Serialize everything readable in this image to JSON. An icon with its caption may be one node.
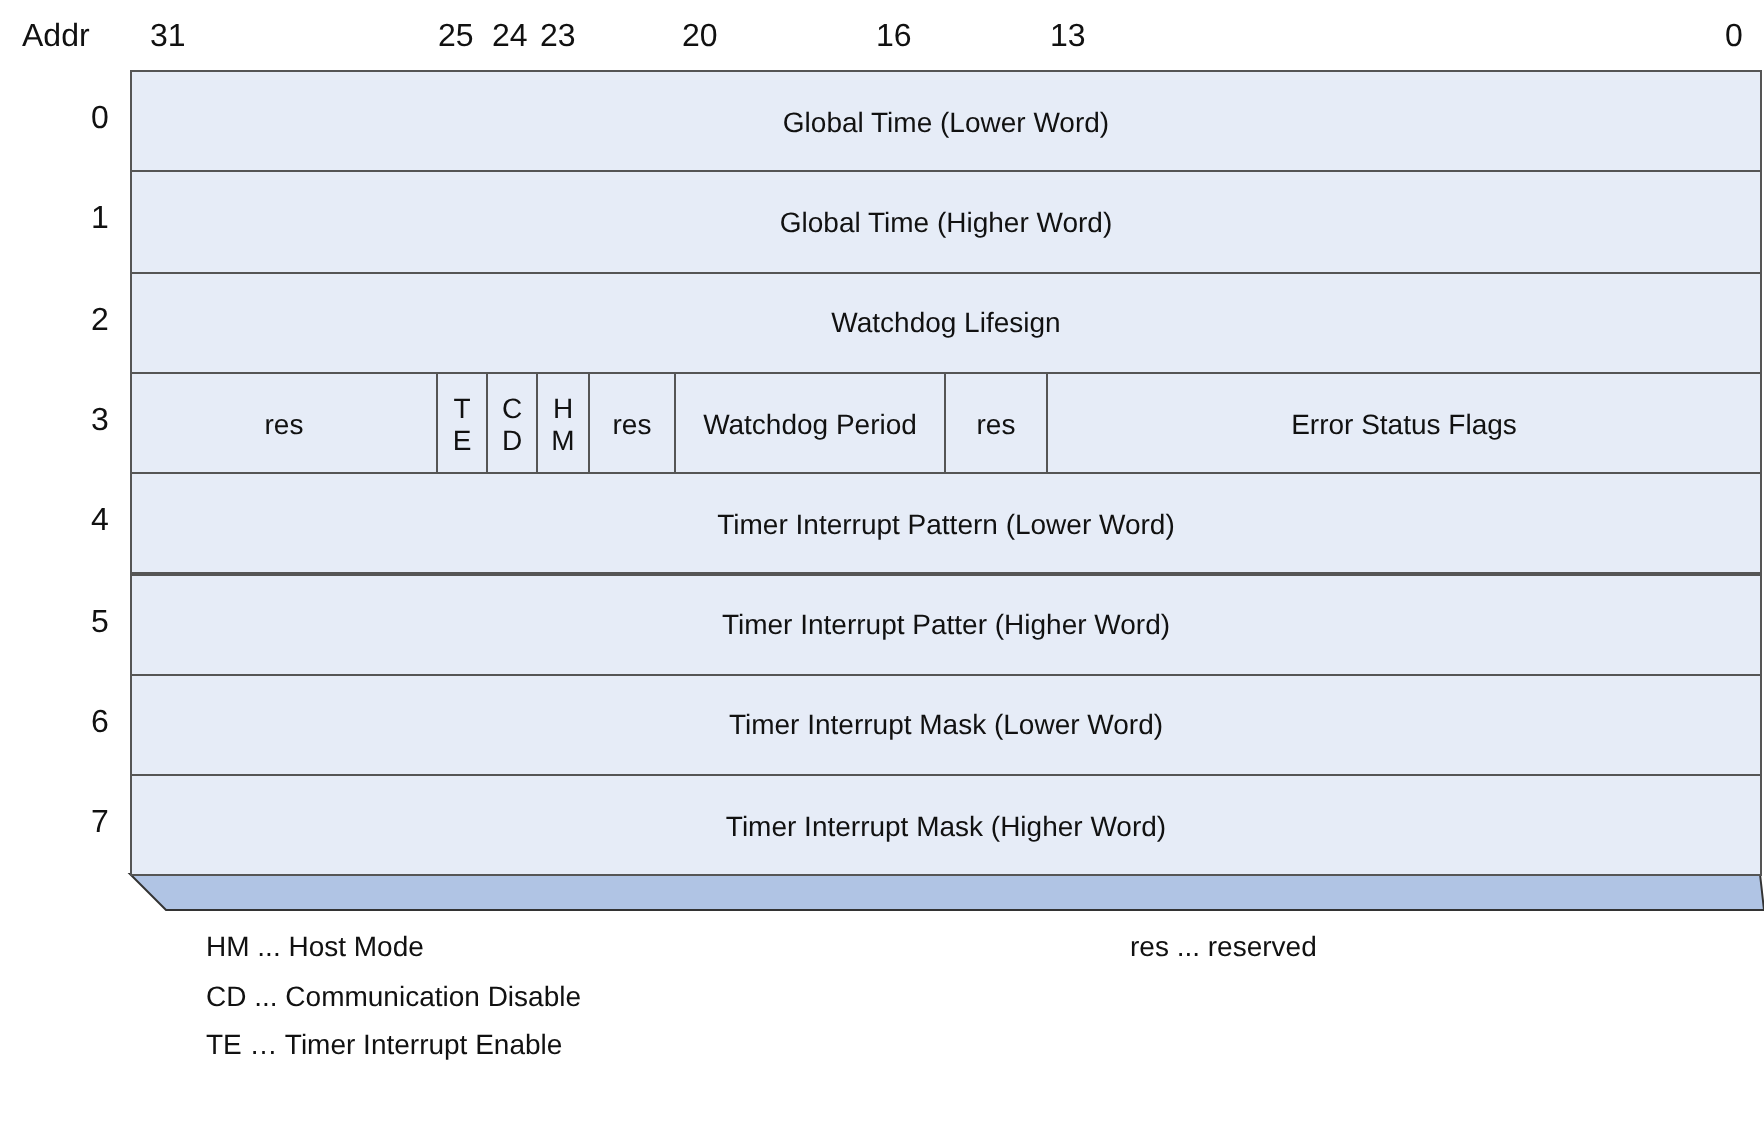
{
  "diagram": {
    "nodes": [
      {
        "text": [
          "Global Time (Lower Word)"
        ]
      },
      {
        "text": [
          "Global Time (Higher Word)"
        ]
      },
      {
        "text": [
          "Watchdog Lifesign"
        ]
      },
      {
        "text": [
          "res"
        ]
      },
      {
        "text": [
          "T E"
        ]
      },
      {
        "text": [
          "C D"
        ]
      },
      {
        "text": [
          "H M"
        ]
      },
      {
        "text": [
          "res"
        ]
      },
      {
        "text": [
          "Watchdog Period"
        ]
      },
      {
        "text": [
          "res"
        ]
      },
      {
        "text": [
          "Error Status Flags"
        ]
      },
      {
        "text": [
          "Timer Interrupt Pattern (Lower Word)"
        ]
      },
      {
        "text": [
          "Timer Interrupt Patter (Higher Word)"
        ]
      },
      {
        "text": [
          "Timer Interrupt Mask (Lower Word)"
        ]
      },
      {
        "text": [
          "Timer Interrupt Mask (Higher Word)"
        ]
      },
      {
        "text": [],
        "shape": "bar"
      }
    ],
    "edges": [],
    "labels": [
      "Addr",
      "31",
      "25",
      "24",
      "23",
      "20",
      "16",
      "13",
      "0",
      "0",
      "1",
      "2",
      "3",
      "4",
      "5",
      "6",
      "7",
      "HM ... Host Mode",
      "res ... reserved",
      "CD ... Communication Disable",
      "TE … Timer Interrupt Enable"
    ]
  }
}
